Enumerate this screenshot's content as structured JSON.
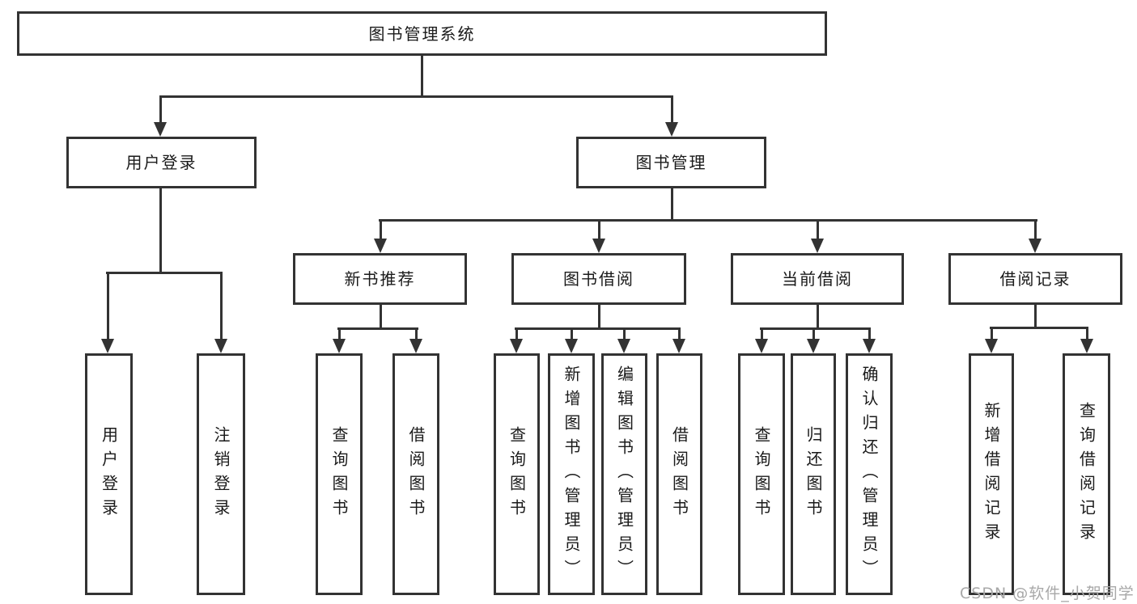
{
  "tree": {
    "root": "图书管理系统",
    "children": [
      {
        "label": "用户登录",
        "children": [
          "用户登录",
          "注销登录"
        ]
      },
      {
        "label": "图书管理",
        "children": [
          {
            "label": "新书推荐",
            "children": [
              "查询图书",
              "借阅图书"
            ]
          },
          {
            "label": "图书借阅",
            "children": [
              "查询图书",
              "新增图书（管理员）",
              "编辑图书（管理员）",
              "借阅图书"
            ]
          },
          {
            "label": "当前借阅",
            "children": [
              "查询图书",
              "归还图书",
              "确认归还（管理员）"
            ]
          },
          {
            "label": "借阅记录",
            "children": [
              "新增借阅记录",
              "查询借阅记录"
            ]
          }
        ]
      }
    ],
    "line_color": "#333333",
    "text_color": "#1a1a1a",
    "background_color": "#ffffff"
  },
  "watermark": {
    "text": "CSDN @软件_小贺同学",
    "color": "#a8a8a8"
  }
}
